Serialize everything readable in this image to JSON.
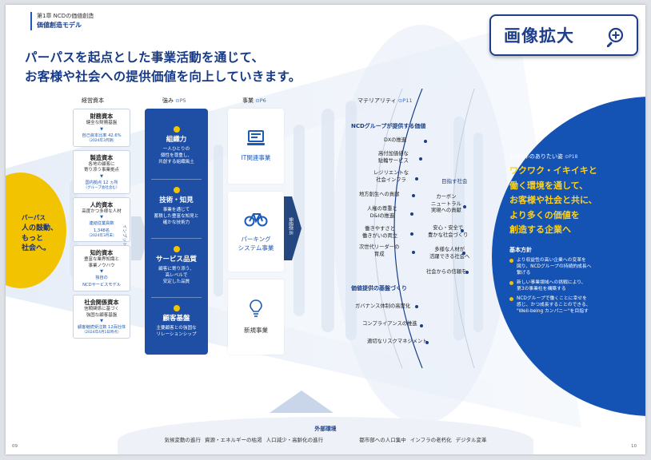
{
  "chapter": {
    "label": "第1章 NCDの価値創造",
    "title": "価値創造モデル"
  },
  "headline": {
    "line1": "パーパスを起点とした事業活動を通じて、",
    "line2": "お客様や社会への提供価値を向上していきます。"
  },
  "zoom_button": {
    "label": "画像拡大",
    "icon": "zoom-in-icon"
  },
  "purpose": {
    "label": "パーパス",
    "text_lines": [
      "人の鼓動、",
      "もっと",
      "社会へ。"
    ]
  },
  "capitals": {
    "header": "経営資本",
    "items": [
      {
        "title": "財務資本",
        "desc": [
          "健全な財務基盤"
        ],
        "highlight": "自己資本比率 42.6%",
        "highlight_sub": "（2024年3月期）"
      },
      {
        "title": "製造資本",
        "desc": [
          "各地の顧客に",
          "寄り添う事業拠点"
        ],
        "highlight": "国内拠点 12 ヵ所",
        "highlight_sub": "（グループ会社含む）"
      },
      {
        "title": "人的資本",
        "desc": [
          "高度かつ多様な人材"
        ],
        "highlight": "連結従業員数",
        "highlight2": "1,348名",
        "highlight_sub": "（2024年3月末）"
      },
      {
        "title": "知的資本",
        "desc": [
          "豊富な業界知識と",
          "事業ノウハウ"
        ],
        "highlight": "独自の",
        "highlight2": "NCDサービスモデル",
        "highlight_sub": ""
      },
      {
        "title": "社会関係資本",
        "desc": [
          "信頼関係に基づく",
          "強固な顧客基盤"
        ],
        "highlight": "顧客継続受注数 12百社体",
        "highlight_sub": "（2024年4月1日時点）"
      }
    ]
  },
  "input_label": "インプット",
  "strengths": {
    "header": "強み",
    "ref": "P5",
    "items": [
      {
        "title": "組織力",
        "desc": [
          "一人ひとりの",
          "個性を尊重し、",
          "共創する組織風土"
        ]
      },
      {
        "title": "技術・知見",
        "desc": [
          "事業を通じて",
          "蓄積した豊富な知見と",
          "確かな技術力"
        ]
      },
      {
        "title": "サービス品質",
        "desc": [
          "顧客に寄り添う、",
          "高レベルで",
          "安定した品質"
        ]
      },
      {
        "title": "顧客基盤",
        "desc": [
          "主要顧客との強固な",
          "リレーションシップ"
        ]
      }
    ]
  },
  "business": {
    "header": "事業",
    "ref": "P6",
    "items": [
      {
        "label": [
          "IT関連事業"
        ],
        "icon": "computer-icon",
        "emphasis": true
      },
      {
        "label": [
          "パーキング",
          "システム事業"
        ],
        "icon": "bicycle-icon",
        "emphasis": true
      },
      {
        "label": [
          "新規事業"
        ],
        "icon": "lightbulb-icon",
        "emphasis": false
      }
    ]
  },
  "value_label": "価値創出",
  "materiality": {
    "header": "マテリアリティ",
    "ref": "P11",
    "group1_title": "NCDグループが提供する価値",
    "group1": [
      [
        "DXの推進"
      ],
      [
        "高付加価値な",
        "駐輪サービス"
      ],
      [
        "レジリエントな",
        "社会インフラ"
      ],
      [
        "地方創生への貢献"
      ],
      [
        "人権の尊重と",
        "D&Iの推進"
      ],
      [
        "働きやすさと",
        "働きがいの両立"
      ],
      [
        "次世代リーダーの",
        "育成"
      ]
    ],
    "group2_title": "価値提供の基盤づくり",
    "group2": [
      [
        "ガバナンス体制の高度化"
      ],
      [
        "コンプライアンスの推進"
      ],
      [
        "適切なリスクマネジメント"
      ]
    ]
  },
  "society": {
    "header": "目指す社会",
    "items": [
      [
        "カーボン",
        "ニュートラル",
        "実現への貢献"
      ],
      [
        "安心・安全で",
        "豊かな社会づくり"
      ],
      [
        "多様な人材が",
        "活躍できる社会へ"
      ],
      [
        "社会からの信頼を"
      ]
    ]
  },
  "vision": {
    "subtitle": "2032年のありたい姿",
    "ref": "P18",
    "main": [
      "ワクワク・イキイキと",
      "働く環境を通して、",
      "お客様や社会と共に、",
      "より多くの価値を",
      "創造する企業へ"
    ],
    "policy_title": "基本方針",
    "policies": [
      [
        "より収益性の高い企業への変革を",
        "図り、NCDグループの持続的成長へ",
        "繋げる"
      ],
      [
        "新しい事業領域への挑戦により、",
        "第3の事業柱を構築する"
      ],
      [
        "NCDグループで働くことに幸せを",
        "感じ、かつ成長することのできる、",
        "\"Well-being カンパニー\"を目指す"
      ]
    ]
  },
  "environment": {
    "title": "外部環境",
    "items": [
      "気候変動の進行",
      "資源・エネルギーの枯渇",
      "人口減少・高齢化の進行",
      "都市部への人口集中",
      "インフラの老朽化",
      "デジタル変革"
    ]
  },
  "page_numbers": {
    "left": "09",
    "right": "10"
  },
  "colors": {
    "brand_navy": "#1e4fa5",
    "accent_yellow": "#f2c300",
    "vision_blue": "#1452b4"
  }
}
